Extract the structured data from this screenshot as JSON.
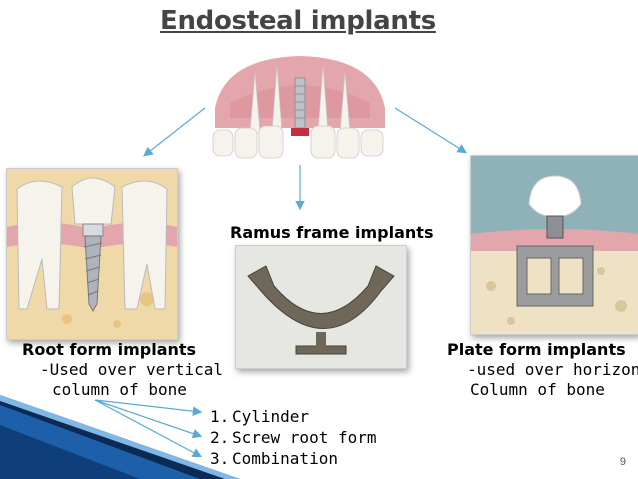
{
  "title": "Endosteal implants",
  "ramus": {
    "label": "Ramus frame implants"
  },
  "root_form": {
    "label": "Root form implants",
    "desc_line1": "-Used over vertical",
    "desc_line2": "column of bone",
    "types": [
      {
        "num": "1.",
        "text": "Cylinder"
      },
      {
        "num": "2.",
        "text": "Screw root form"
      },
      {
        "num": "3.",
        "text": "Combination"
      }
    ]
  },
  "plate_form": {
    "label": "Plate form implants",
    "desc_line1": "-used over horizont",
    "desc_line2": "Column of bone"
  },
  "page_number": "9",
  "colors": {
    "arrow": "#5aa9d6",
    "gum": "#e3a6ad",
    "bone": "#f0d9a8",
    "tooth": "#f5f3ec"
  }
}
